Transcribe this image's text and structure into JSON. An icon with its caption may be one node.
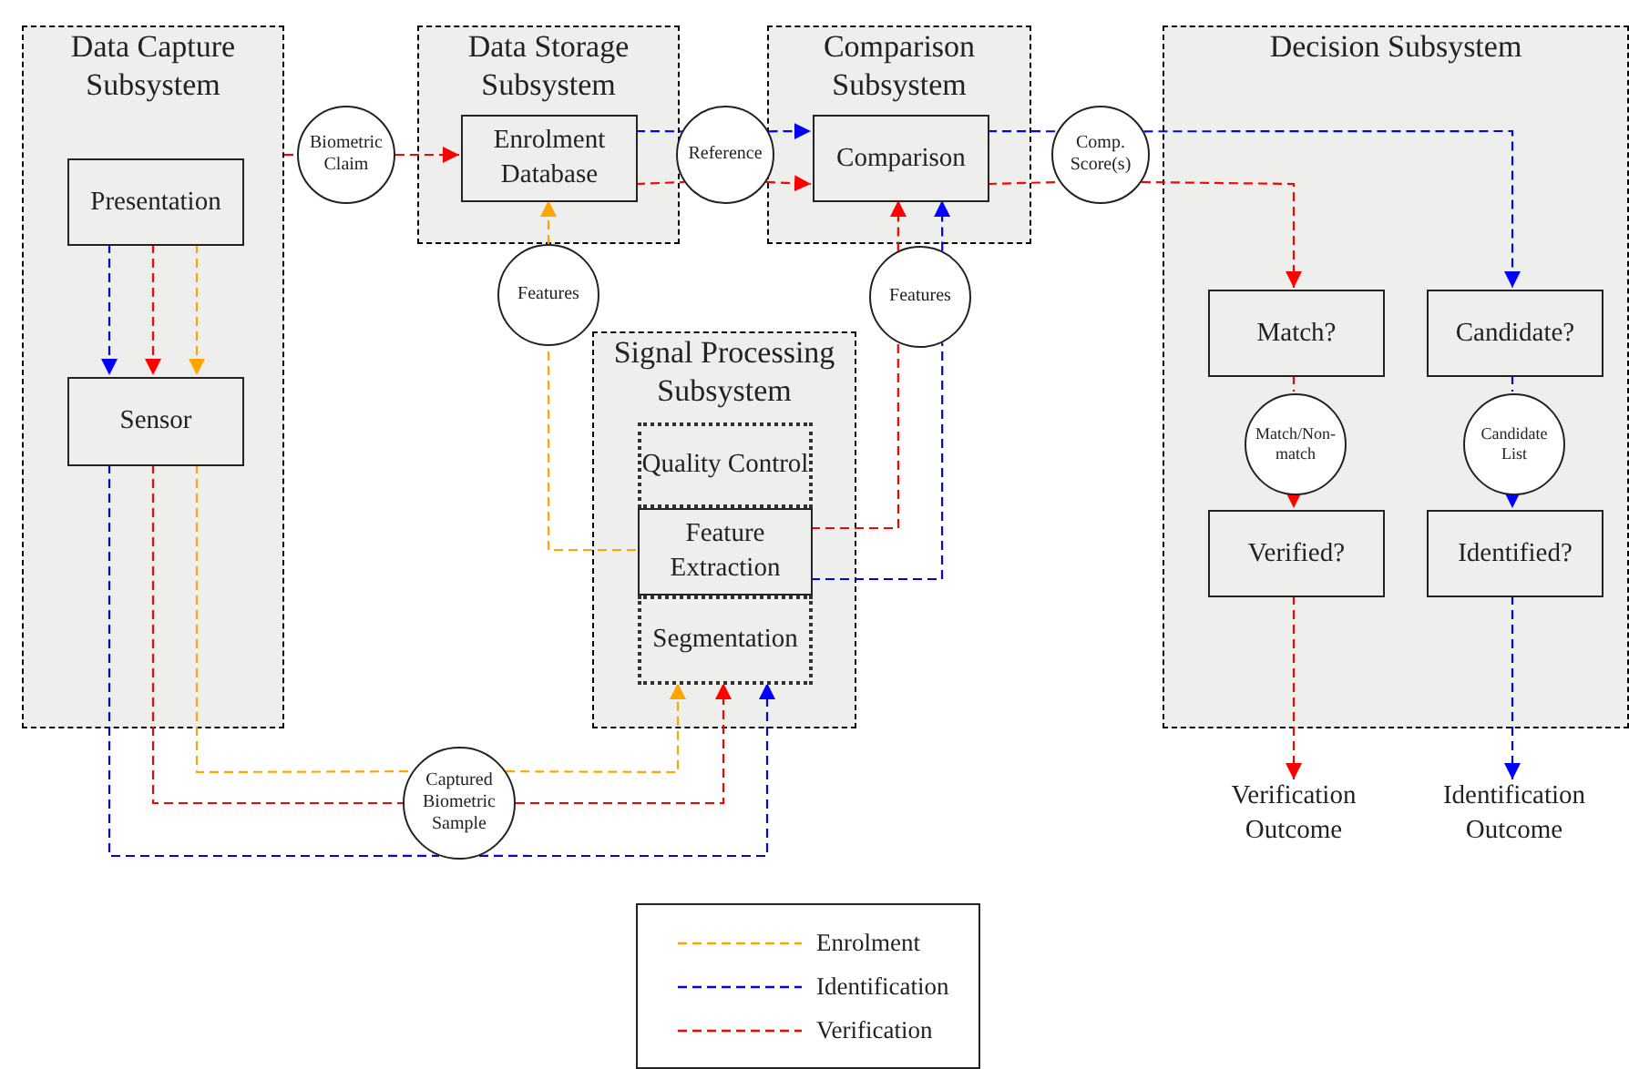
{
  "diagram": {
    "nodes": [
      {
        "text": [
          "Data Capture Subsystem"
        ]
      },
      {
        "text": [
          "Presentation"
        ],
        "in": 0
      },
      {
        "text": [
          "Sensor"
        ],
        "in": 0
      },
      {
        "text": [
          "Data Storage Subsystem"
        ]
      },
      {
        "text": [
          "Enrolment Database"
        ],
        "in": 3
      },
      {
        "text": [
          "Comparison Subsystem"
        ]
      },
      {
        "text": [
          "Comparison"
        ],
        "in": 5
      },
      {
        "text": [
          "Decision Subsystem"
        ]
      },
      {
        "text": [
          "Match?"
        ],
        "in": 7
      },
      {
        "text": [
          "Candidate?"
        ],
        "in": 7
      },
      {
        "text": [
          "Match/Non-match"
        ],
        "in": 7
      },
      {
        "text": [
          "Candidate List"
        ],
        "in": 7
      },
      {
        "text": [
          "Verified?"
        ],
        "in": 7
      },
      {
        "text": [
          "Identified?"
        ],
        "in": 7
      },
      {
        "text": [
          "Signal Processing Subsystem"
        ]
      },
      {
        "text": [
          "Quality Control"
        ],
        "in": 14
      },
      {
        "text": [
          "Feature Extraction"
        ],
        "in": 14
      },
      {
        "text": [
          "Segmentation"
        ],
        "in": 14
      },
      {
        "text": [
          "Biometric Claim"
        ]
      },
      {
        "text": [
          "Reference"
        ]
      },
      {
        "text": [
          "Comp. Score(s)"
        ]
      },
      {
        "text": [
          "Features"
        ]
      },
      {
        "text": [
          "Features"
        ]
      },
      {
        "text": [
          "Captured Biometric Sample"
        ]
      },
      {
        "text": [
          "Verification Outcome"
        ]
      },
      {
        "text": [
          "Identification Outcome"
        ]
      }
    ],
    "edges": [
      {
        "from": 1,
        "to": 2,
        "arrow": "to",
        "style": "dashed",
        "color": "#0000ff"
      },
      {
        "from": 1,
        "to": 2,
        "arrow": "to",
        "style": "dashed",
        "color": "#ff0000"
      },
      {
        "from": 1,
        "to": 2,
        "arrow": "to",
        "style": "dashed",
        "color": "#ffa500"
      },
      {
        "from": 2,
        "to": 23,
        "arrow": "none",
        "style": "dashed",
        "color": "#ffa500"
      },
      {
        "from": 2,
        "to": 23,
        "arrow": "none",
        "style": "dashed",
        "color": "#ff0000"
      },
      {
        "from": 2,
        "to": 23,
        "arrow": "none",
        "style": "dashed",
        "color": "#0000ff"
      },
      {
        "from": 23,
        "to": 17,
        "arrow": "to",
        "style": "dashed",
        "color": "#ffa500"
      },
      {
        "from": 23,
        "to": 17,
        "arrow": "to",
        "style": "dashed",
        "color": "#ff0000"
      },
      {
        "from": 23,
        "to": 17,
        "arrow": "to",
        "style": "dashed",
        "color": "#0000ff"
      },
      {
        "from": 16,
        "to": 21,
        "arrow": "none",
        "style": "dashed",
        "color": "#ffa500"
      },
      {
        "from": 21,
        "to": 4,
        "arrow": "to",
        "style": "dashed",
        "color": "#ffa500"
      },
      {
        "from": 16,
        "to": 22,
        "arrow": "none",
        "style": "dashed",
        "color": "#ff0000"
      },
      {
        "from": 16,
        "to": 22,
        "arrow": "none",
        "style": "dashed",
        "color": "#0000ff"
      },
      {
        "from": 22,
        "to": 6,
        "arrow": "to",
        "style": "dashed",
        "color": "#ff0000"
      },
      {
        "from": 22,
        "to": 6,
        "arrow": "to",
        "style": "dashed",
        "color": "#0000ff"
      },
      {
        "from": 4,
        "to": 19,
        "arrow": "none",
        "style": "dashed",
        "color": "#0000ff"
      },
      {
        "from": 4,
        "to": 19,
        "arrow": "none",
        "style": "dashed",
        "color": "#ff0000"
      },
      {
        "from": 19,
        "to": 6,
        "arrow": "to",
        "style": "dashed",
        "color": "#0000ff"
      },
      {
        "from": 19,
        "to": 6,
        "arrow": "to",
        "style": "dashed",
        "color": "#ff0000"
      },
      {
        "from": 0,
        "to": 18,
        "arrow": "none",
        "style": "dashed",
        "color": "#ff0000"
      },
      {
        "from": 18,
        "to": 4,
        "arrow": "to",
        "style": "dashed",
        "color": "#ff0000"
      },
      {
        "from": 6,
        "to": 20,
        "arrow": "none",
        "style": "dashed",
        "color": "#0000ff"
      },
      {
        "from": 6,
        "to": 20,
        "arrow": "none",
        "style": "dashed",
        "color": "#ff0000"
      },
      {
        "from": 20,
        "to": 8,
        "arrow": "to",
        "style": "dashed",
        "color": "#ff0000"
      },
      {
        "from": 20,
        "to": 9,
        "arrow": "to",
        "style": "dashed",
        "color": "#0000ff"
      },
      {
        "from": 8,
        "to": 10,
        "arrow": "none",
        "style": "dashed",
        "color": "#ff0000"
      },
      {
        "from": 10,
        "to": 12,
        "arrow": "to",
        "style": "dashed",
        "color": "#ff0000"
      },
      {
        "from": 9,
        "to": 11,
        "arrow": "none",
        "style": "dashed",
        "color": "#0000ff"
      },
      {
        "from": 11,
        "to": 13,
        "arrow": "to",
        "style": "dashed",
        "color": "#0000ff"
      },
      {
        "from": 12,
        "to": 24,
        "arrow": "to",
        "style": "dashed",
        "color": "#ff0000"
      },
      {
        "from": 13,
        "to": 25,
        "arrow": "to",
        "style": "dashed",
        "color": "#0000ff"
      }
    ],
    "legend": [
      {
        "text": "Enrolment"
      },
      {
        "text": "Identification"
      },
      {
        "text": "Verification"
      }
    ]
  }
}
